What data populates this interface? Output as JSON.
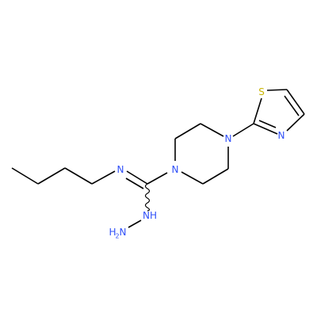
{
  "molecule": {
    "atoms": {
      "n_imine": "N",
      "n_piperazine_left": "N",
      "n_piperazine_right": "N",
      "nh_hydrazine": "NH",
      "h2n_main": "H",
      "h2n_sub": "2",
      "h2n_tail": "N",
      "s_thiazole": "S",
      "n_thiazole": "N"
    },
    "colors": {
      "bond": "#000000",
      "nitrogen": "#3050F8",
      "sulfur": "#C8B400"
    }
  }
}
